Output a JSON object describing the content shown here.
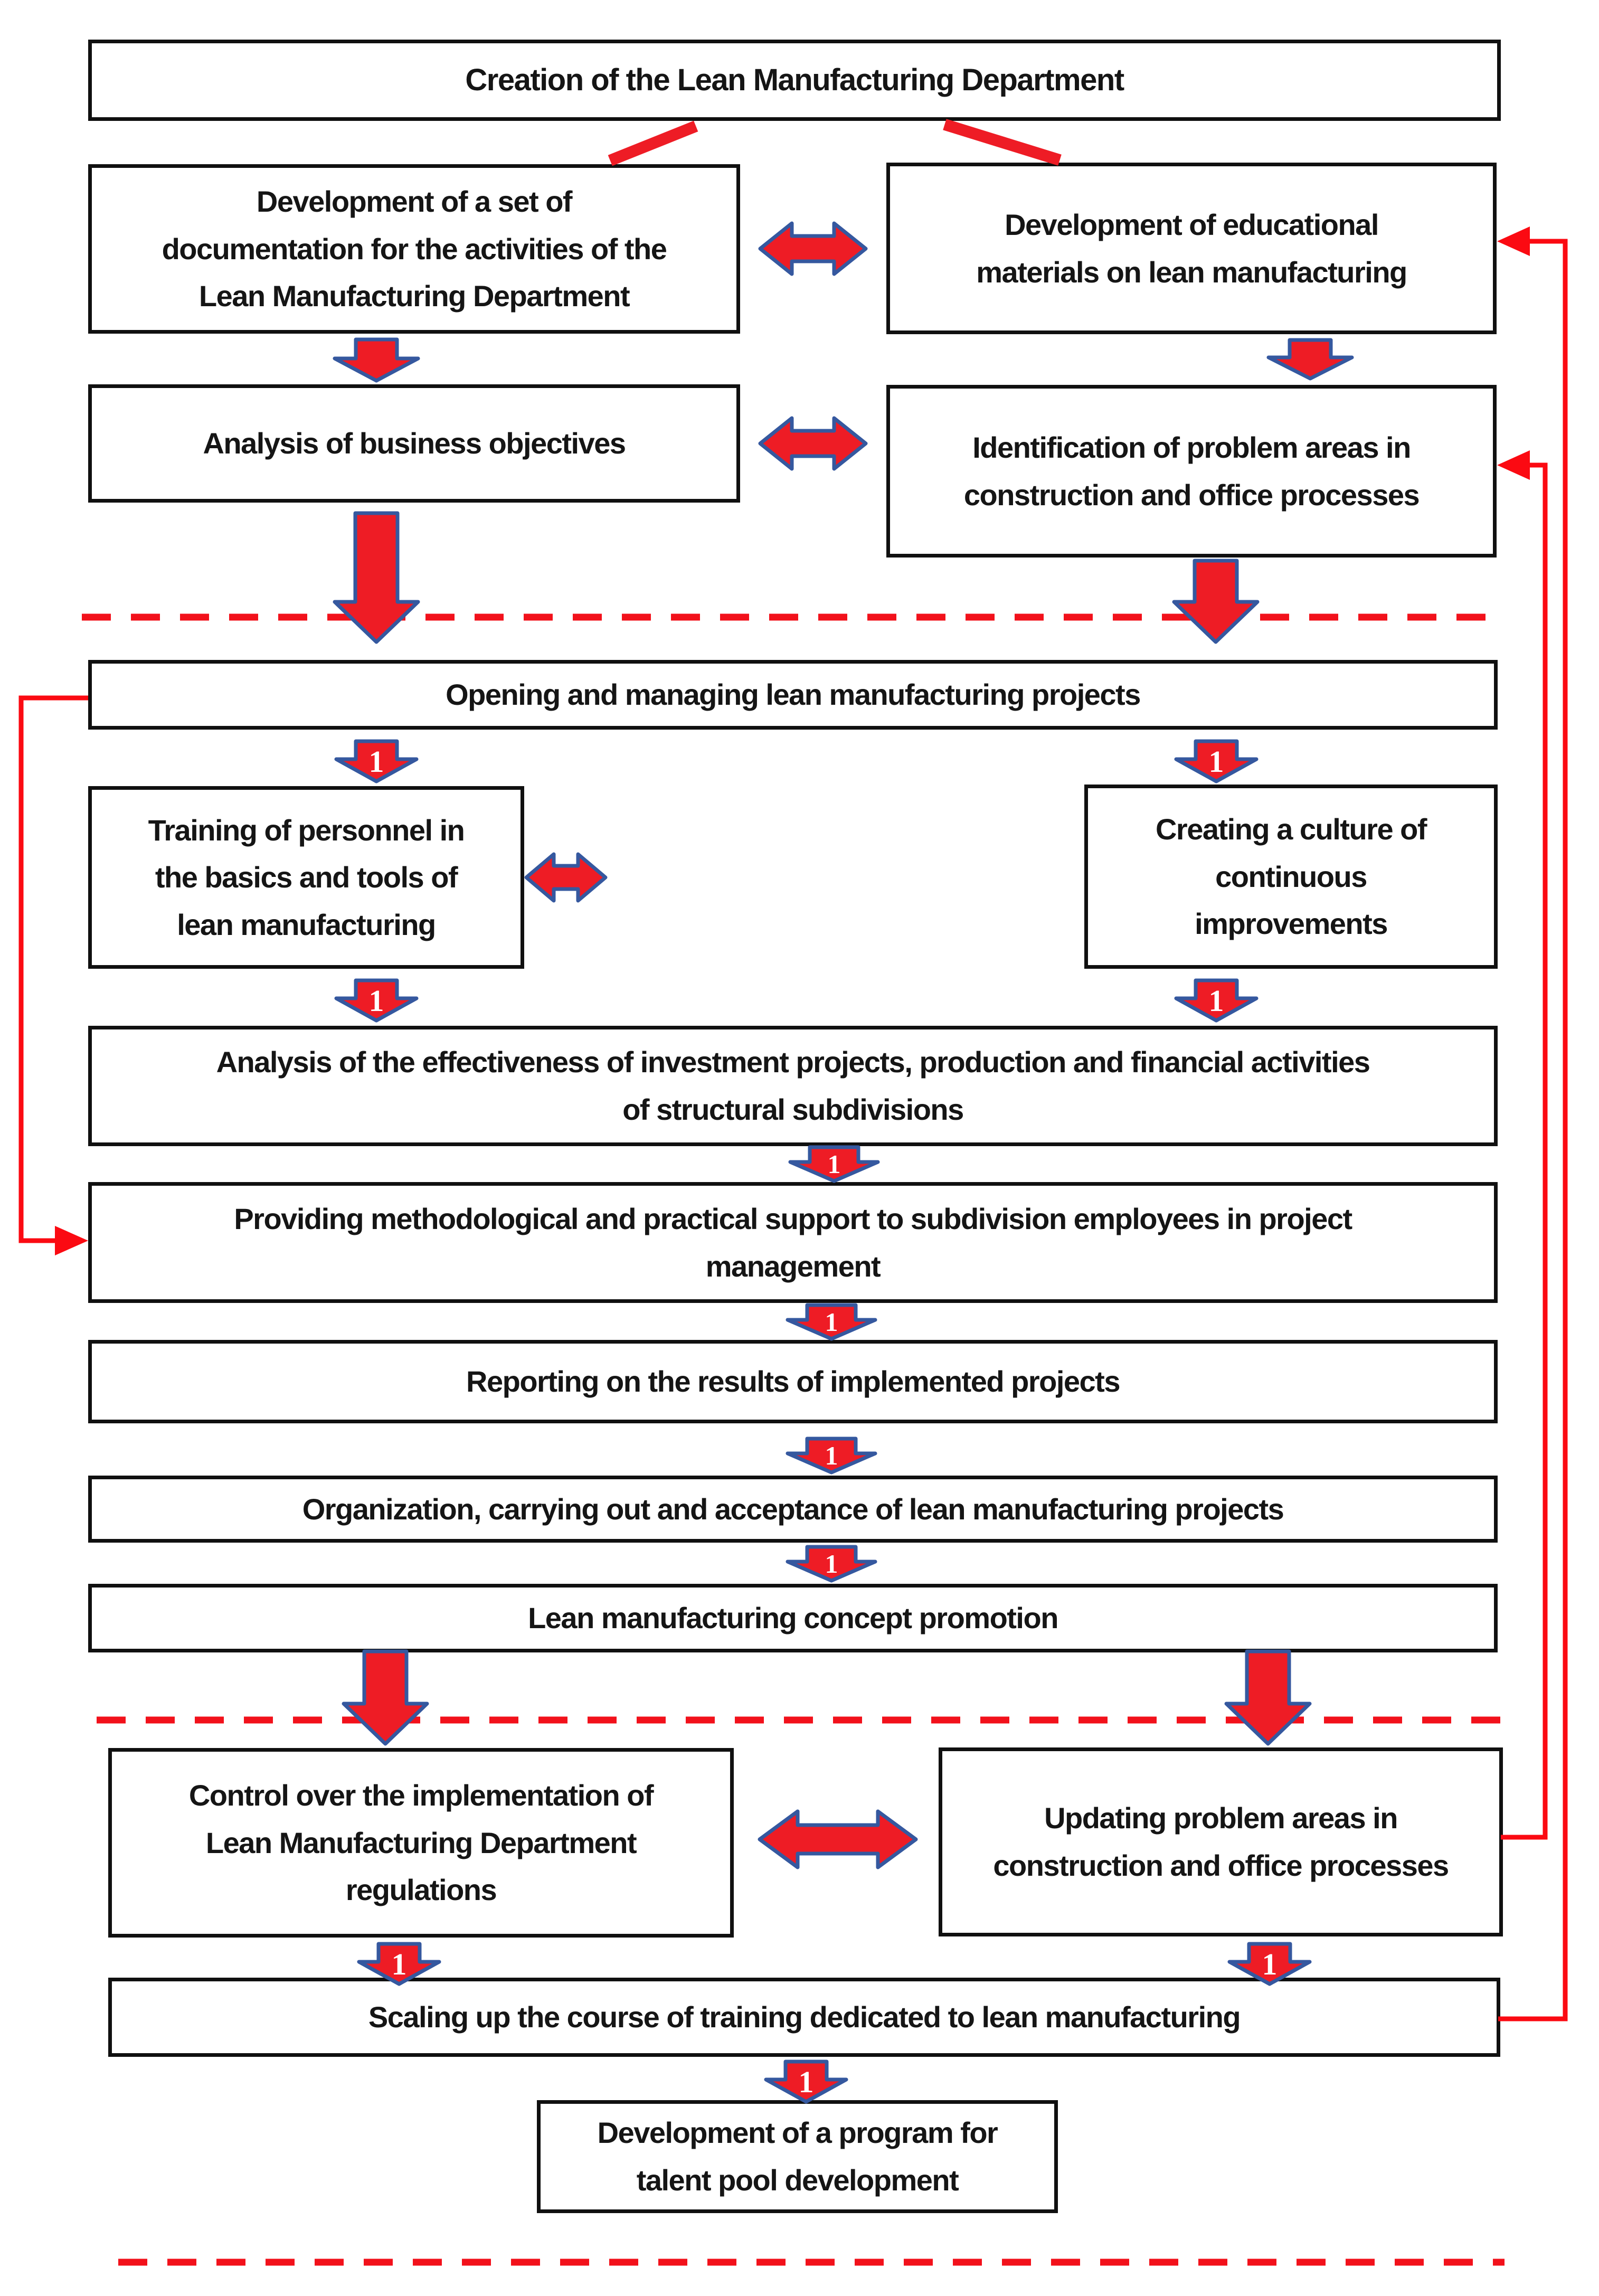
{
  "diagram": {
    "type": "flowchart",
    "phases": 3,
    "colors": {
      "arrow_fill_red": "#ee1c25",
      "arrow_outline_blue": "#35589f",
      "feedback_line_red": "#fb0a12",
      "dashed_divider_red": "#f2111b",
      "box_border_black": "#101010",
      "text_black": "#151515",
      "background": "#ffffff"
    }
  },
  "arrows": {
    "step_label": "1"
  },
  "nodes": [
    {
      "id": "creation-department",
      "label": "Creation of the Lean Manufacturing Department"
    },
    {
      "id": "dev-documentation",
      "label": "Development of a set of\ndocumentation for the activities of the\nLean Manufacturing Department"
    },
    {
      "id": "dev-educational",
      "label": "Development of educational\nmaterials on lean manufacturing"
    },
    {
      "id": "analysis-business",
      "label": "Analysis of business objectives"
    },
    {
      "id": "identification-problem",
      "label": "Identification of problem areas in\nconstruction and office processes"
    },
    {
      "id": "opening-managing",
      "label": "Opening and managing lean manufacturing projects"
    },
    {
      "id": "training-personnel",
      "label": "Training of personnel in\nthe basics and tools of\nlean manufacturing"
    },
    {
      "id": "creating-culture",
      "label": "Creating a culture of\ncontinuous\nimprovements"
    },
    {
      "id": "analysis-effectiveness",
      "label": "Analysis of the effectiveness of investment projects, production and financial activities\nof structural subdivisions"
    },
    {
      "id": "providing-support",
      "label": "Providing methodological and practical support to subdivision employees in project\nmanagement"
    },
    {
      "id": "reporting-results",
      "label": "Reporting on the results of implemented projects"
    },
    {
      "id": "organization-acceptance",
      "label": "Organization, carrying out and acceptance of lean manufacturing projects"
    },
    {
      "id": "lean-promotion",
      "label": "Lean manufacturing concept promotion"
    },
    {
      "id": "control-implementation",
      "label": "Control over the implementation of\nLean Manufacturing Department\nregulations"
    },
    {
      "id": "updating-problem",
      "label": "Updating problem areas in\nconstruction and office processes"
    },
    {
      "id": "scaling-training",
      "label": "Scaling up the course of training dedicated to lean manufacturing"
    },
    {
      "id": "talent-program",
      "label": "Development of a program for\ntalent pool development"
    }
  ]
}
